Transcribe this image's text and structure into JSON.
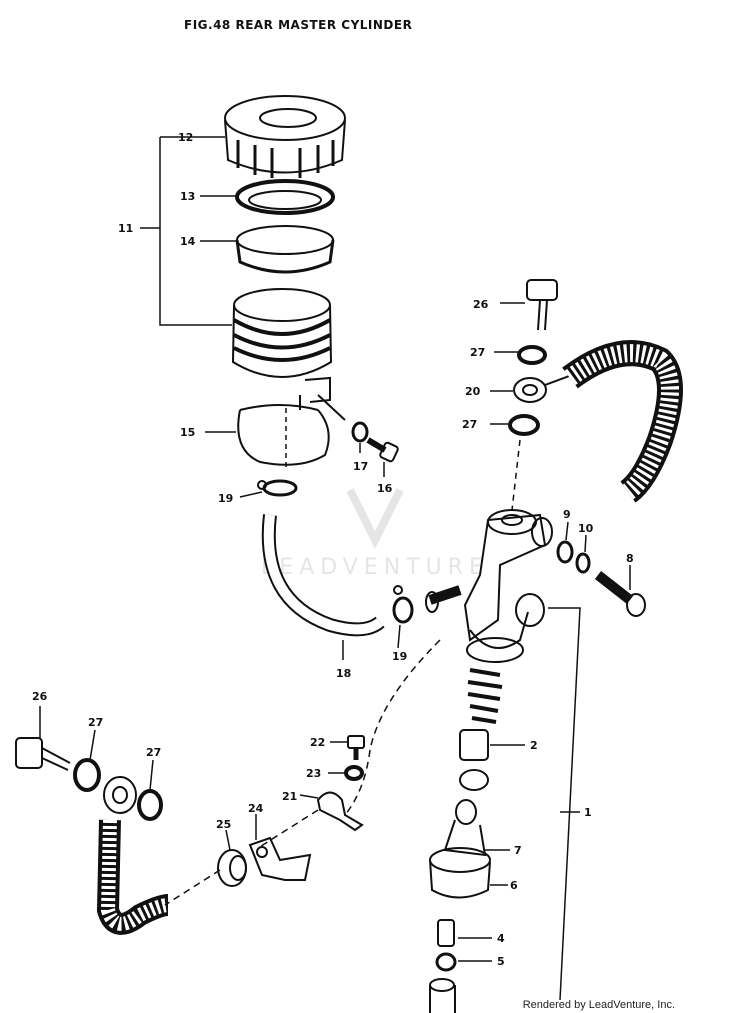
{
  "figure_title": "FIG.48 REAR MASTER CYLINDER",
  "watermark": "LEADVENTURE",
  "credit": "Rendered by LeadVenture, Inc.",
  "part_numbers": {
    "p1": "1",
    "p2": "2",
    "p4": "4",
    "p5": "5",
    "p6": "6",
    "p7": "7",
    "p8": "8",
    "p9": "9",
    "p10": "10",
    "p11": "11",
    "p12": "12",
    "p13": "13",
    "p14": "14",
    "p15": "15",
    "p16": "16",
    "p17": "17",
    "p18": "18",
    "p19a": "19",
    "p19b": "19",
    "p20": "20",
    "p21": "21",
    "p22": "22",
    "p23": "23",
    "p24": "24",
    "p25": "25",
    "p26a": "26",
    "p26b": "26",
    "p27a": "27",
    "p27b": "27",
    "p27c": "27",
    "p27d": "27"
  }
}
